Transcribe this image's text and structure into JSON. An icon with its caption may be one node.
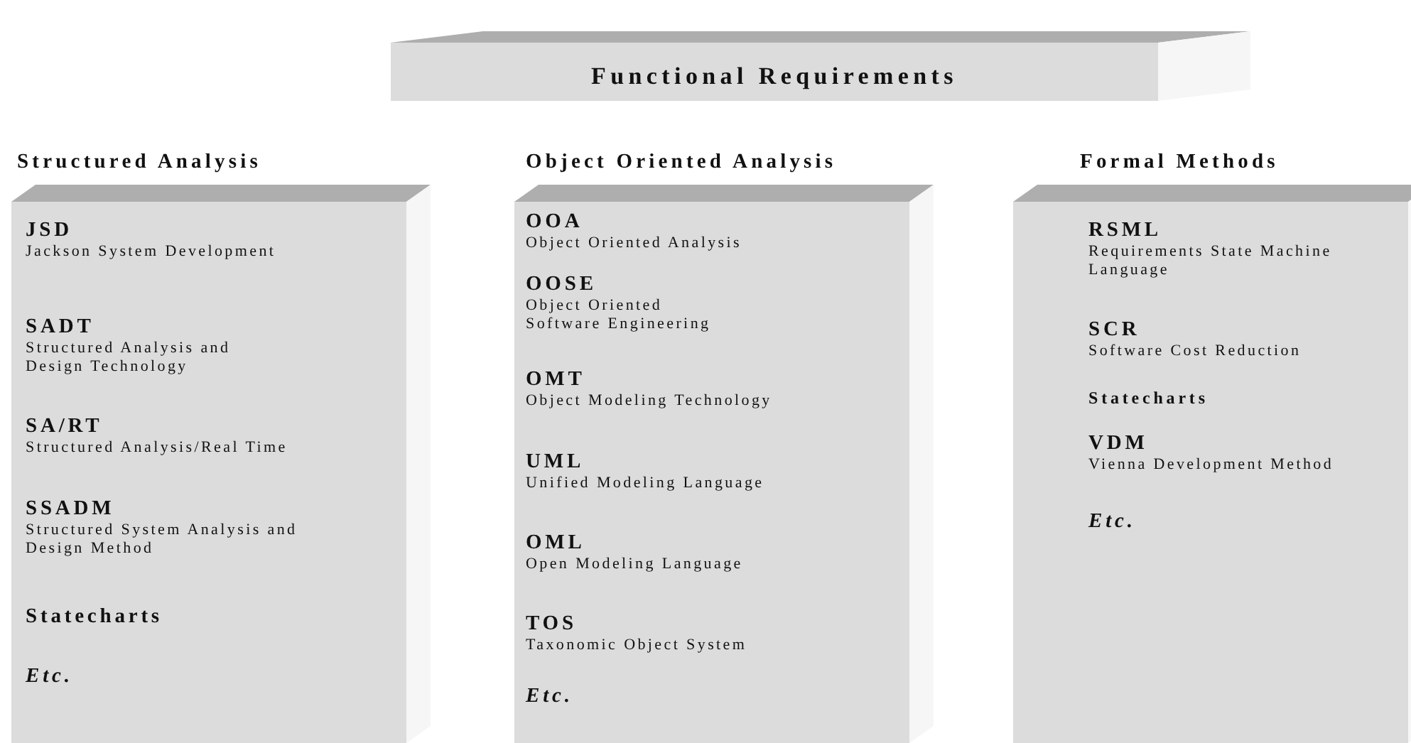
{
  "diagram": {
    "nodes": [
      {
        "text": [
          "Functional Requirements"
        ]
      },
      {
        "text": [
          "Structured Analysis"
        ]
      },
      {
        "text": [
          "JSD",
          "Jackson System Development"
        ],
        "in": 1
      },
      {
        "text": [
          "SADT",
          "Structured Analysis and Design Technology"
        ],
        "in": 1
      },
      {
        "text": [
          "SA/RT",
          "Structured Analysis/Real Time"
        ],
        "in": 1
      },
      {
        "text": [
          "SSADM",
          "Structured System Analysis and Design Method"
        ],
        "in": 1
      },
      {
        "text": [
          "Statecharts"
        ],
        "in": 1
      },
      {
        "text": [
          "Etc."
        ],
        "in": 1
      },
      {
        "text": [
          "Object Oriented Analysis"
        ]
      },
      {
        "text": [
          "OOA",
          "Object Oriented Analysis"
        ],
        "in": 8
      },
      {
        "text": [
          "OOSE",
          "Object Oriented Software Engineering"
        ],
        "in": 8
      },
      {
        "text": [
          "OMT",
          "Object Modeling Technology"
        ],
        "in": 8
      },
      {
        "text": [
          "UML",
          "Unified Modeling Language"
        ],
        "in": 8
      },
      {
        "text": [
          "OML",
          "Open Modeling Language"
        ],
        "in": 8
      },
      {
        "text": [
          "TOS",
          "Taxonomic Object System"
        ],
        "in": 8
      },
      {
        "text": [
          "Etc."
        ],
        "in": 8
      },
      {
        "text": [
          "Formal Methods"
        ]
      },
      {
        "text": [
          "RSML",
          "Requirements State Machine Language"
        ],
        "in": 16
      },
      {
        "text": [
          "SCR",
          "Software Cost Reduction"
        ],
        "in": 16
      },
      {
        "text": [
          "Statecharts"
        ],
        "in": 16
      },
      {
        "text": [
          "VDM",
          "Vienna Development Method"
        ],
        "in": 16
      },
      {
        "text": [
          "Etc."
        ],
        "in": 16
      }
    ]
  }
}
